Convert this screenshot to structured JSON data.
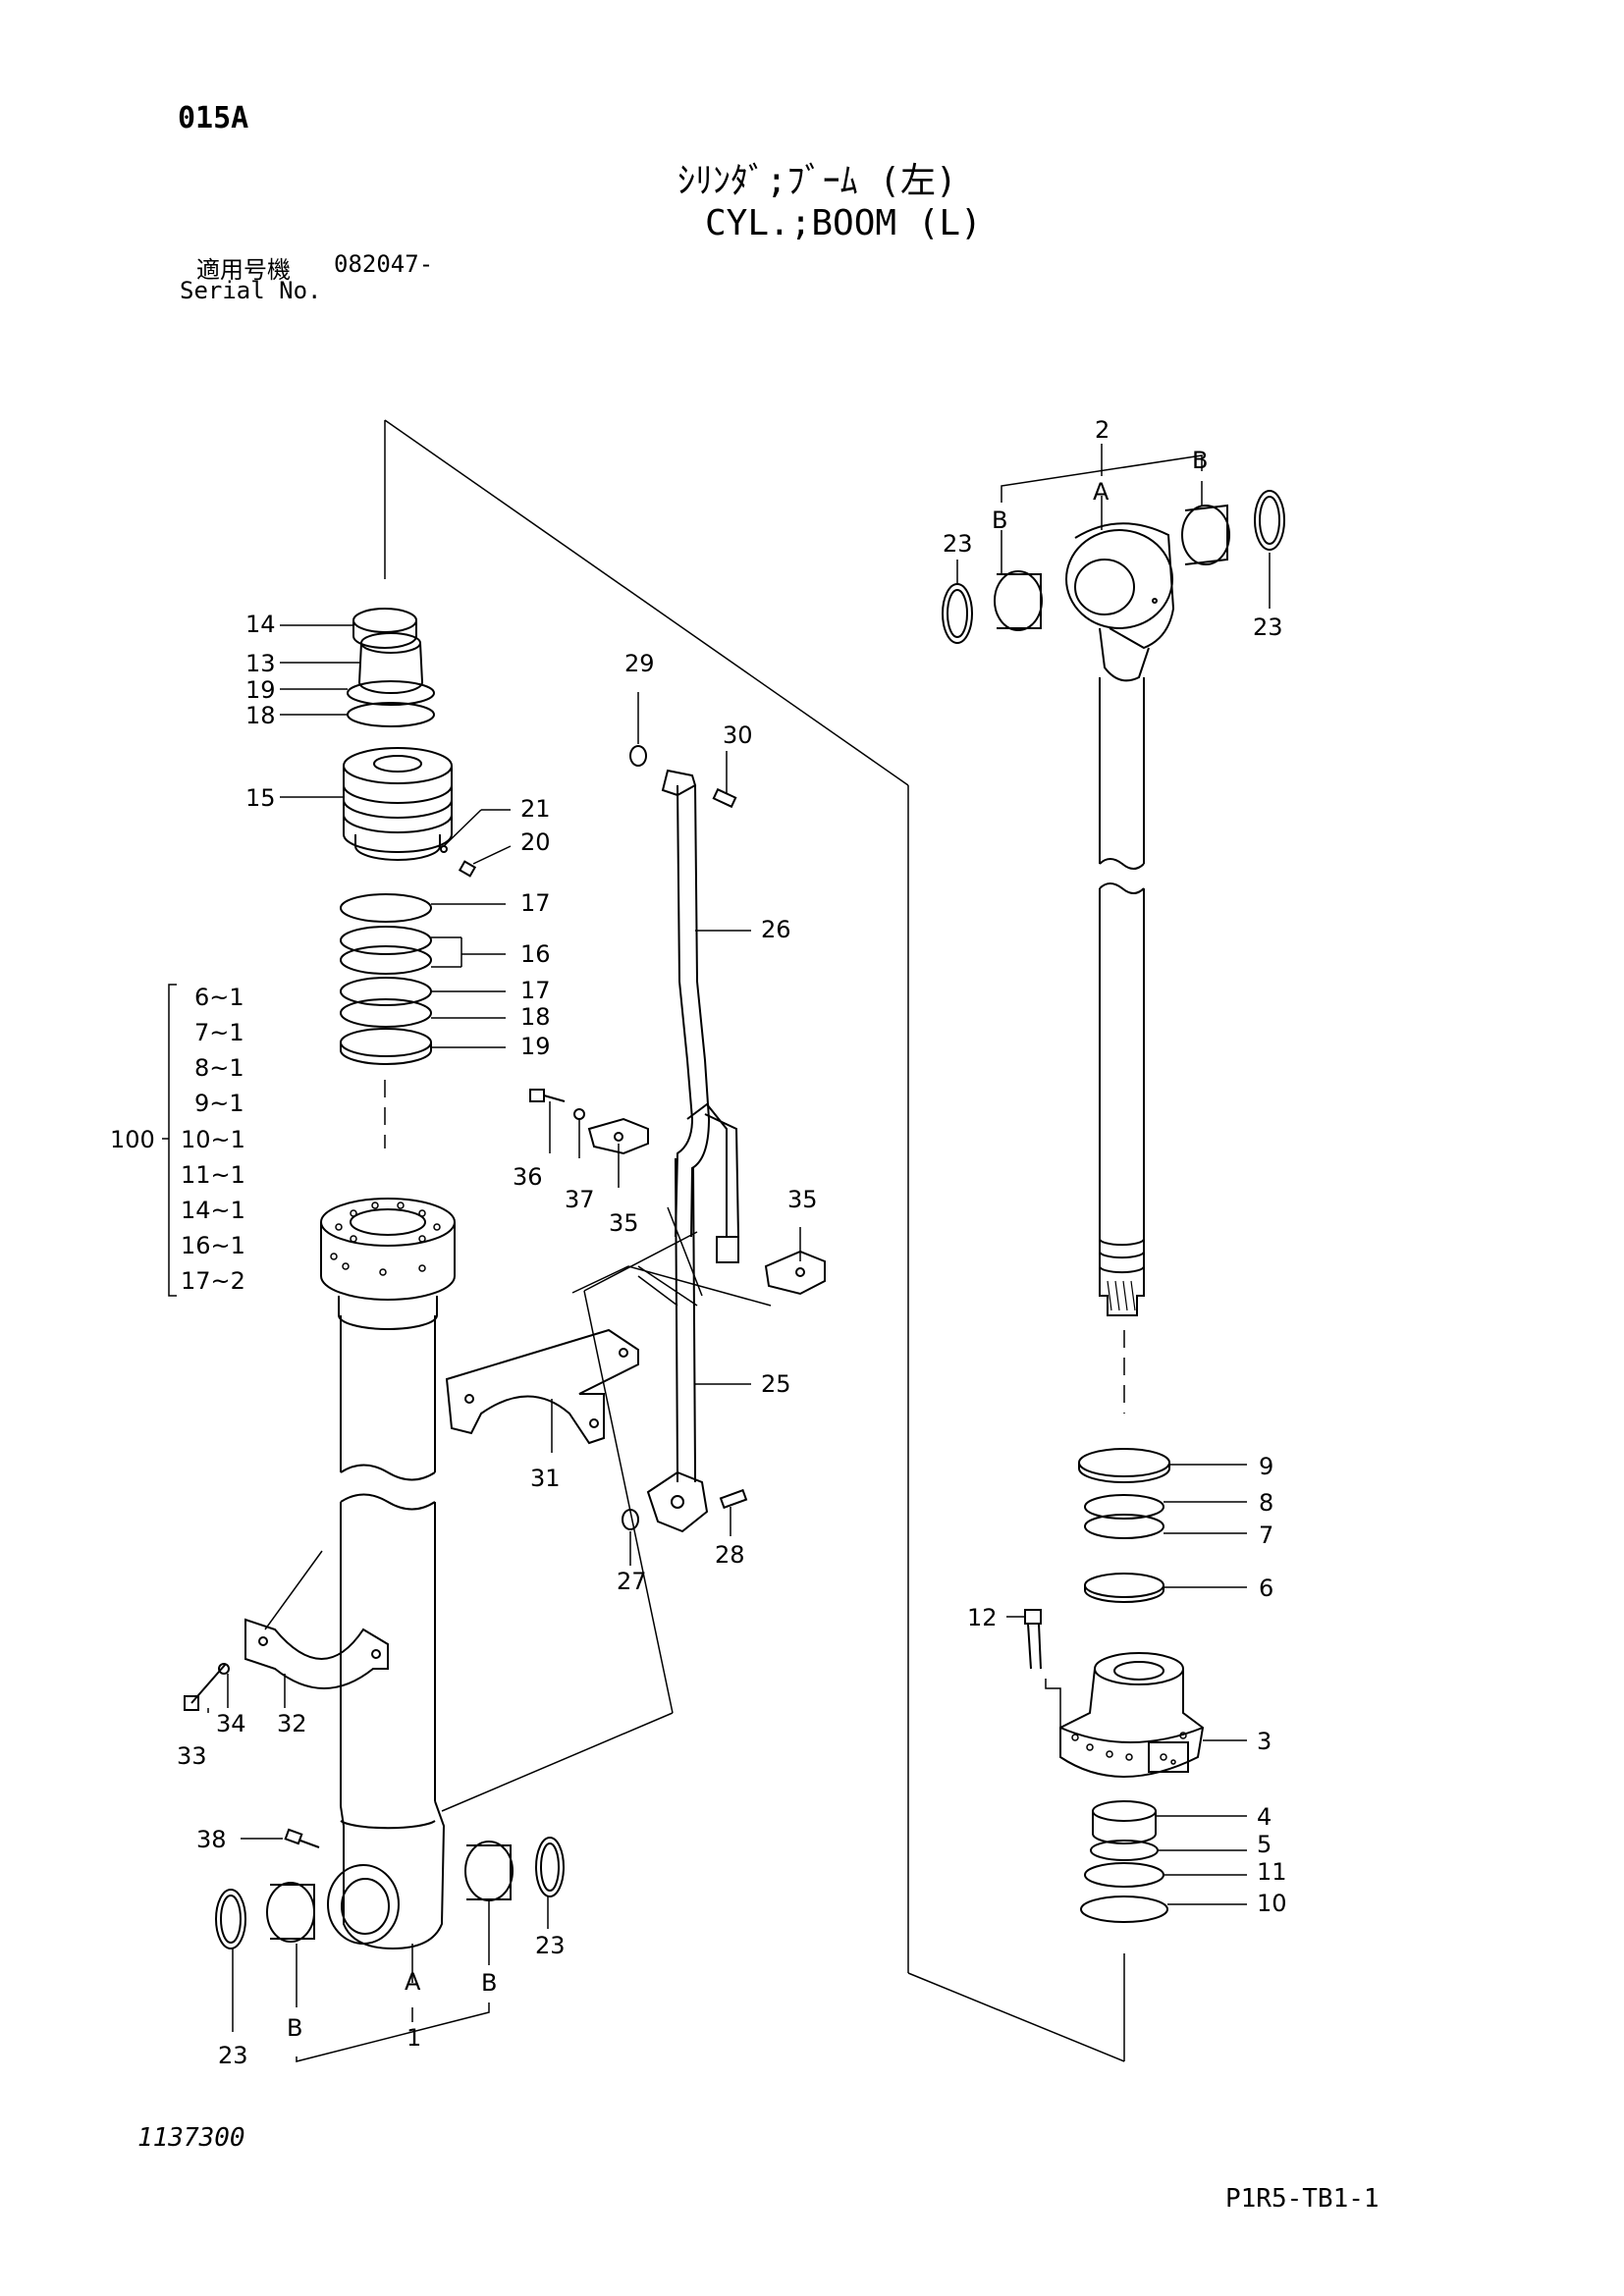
{
  "header": {
    "page_code": "015A",
    "title_jp": "ｼﾘﾝﾀﾞ;ﾌﾞｰﾑ (左)",
    "title_en": "CYL.;BOOM (L)",
    "serial_label_jp": "適用号機",
    "serial_value": "082047-",
    "serial_label_en": "Serial No."
  },
  "footer": {
    "drawing_number": "1137300",
    "page_ref": "P1R5-TB1-1"
  },
  "kit": {
    "number": "100",
    "items": [
      "6~1",
      "7~1",
      "8~1",
      "9~1",
      "10~1",
      "11~1",
      "14~1",
      "16~1",
      "17~2"
    ]
  },
  "callouts": {
    "p14": "14",
    "p13": "13",
    "p19a": "19",
    "p18a": "18",
    "p15": "15",
    "p21": "21",
    "p20": "20",
    "p17a": "17",
    "p16": "16",
    "p17b": "17",
    "p18b": "18",
    "p19b": "19",
    "p29": "29",
    "p30": "30",
    "p26": "26",
    "p36": "36",
    "p37": "37",
    "p35a": "35",
    "p35b": "35",
    "p25": "25",
    "p31": "31",
    "p27": "27",
    "p28": "28",
    "p34": "34",
    "p32": "32",
    "p33": "33",
    "p38": "38",
    "p23a": "23",
    "p23b": "23",
    "p23c": "23",
    "p23d": "23",
    "p1": "1",
    "p2": "2",
    "p3": "3",
    "p4": "4",
    "p5": "5",
    "p6": "6",
    "p7": "7",
    "p8": "8",
    "p9": "9",
    "p10": "10",
    "p11": "11",
    "p12": "12",
    "A_bottom": "A",
    "B_bottom_left": "B",
    "B_bottom_right": "B",
    "A_top": "A",
    "B_top_left": "B",
    "B_top_right": "B"
  }
}
